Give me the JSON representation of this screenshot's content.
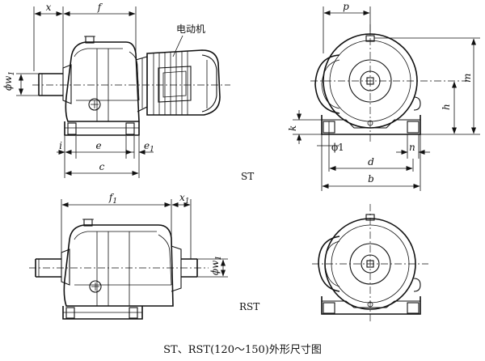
{
  "labels": {
    "motor": "电动机",
    "view_st": "ST",
    "view_rst": "RST",
    "caption": "ST、RST(120～150)外形尺寸图"
  },
  "dims": {
    "x": "x",
    "f": "f",
    "w1": "w",
    "w1_sub": "1",
    "phi": "ϕ",
    "i": "i",
    "e": "e",
    "e1": "e",
    "e1_sub": "1",
    "c": "c",
    "p": "p",
    "m": "m",
    "h": "h",
    "k": "k",
    "hole": "ϕ1",
    "n": "n",
    "d": "d",
    "b": "b",
    "f1": "f",
    "f1_sub": "1",
    "x1": "x",
    "x1_sub": "1"
  }
}
